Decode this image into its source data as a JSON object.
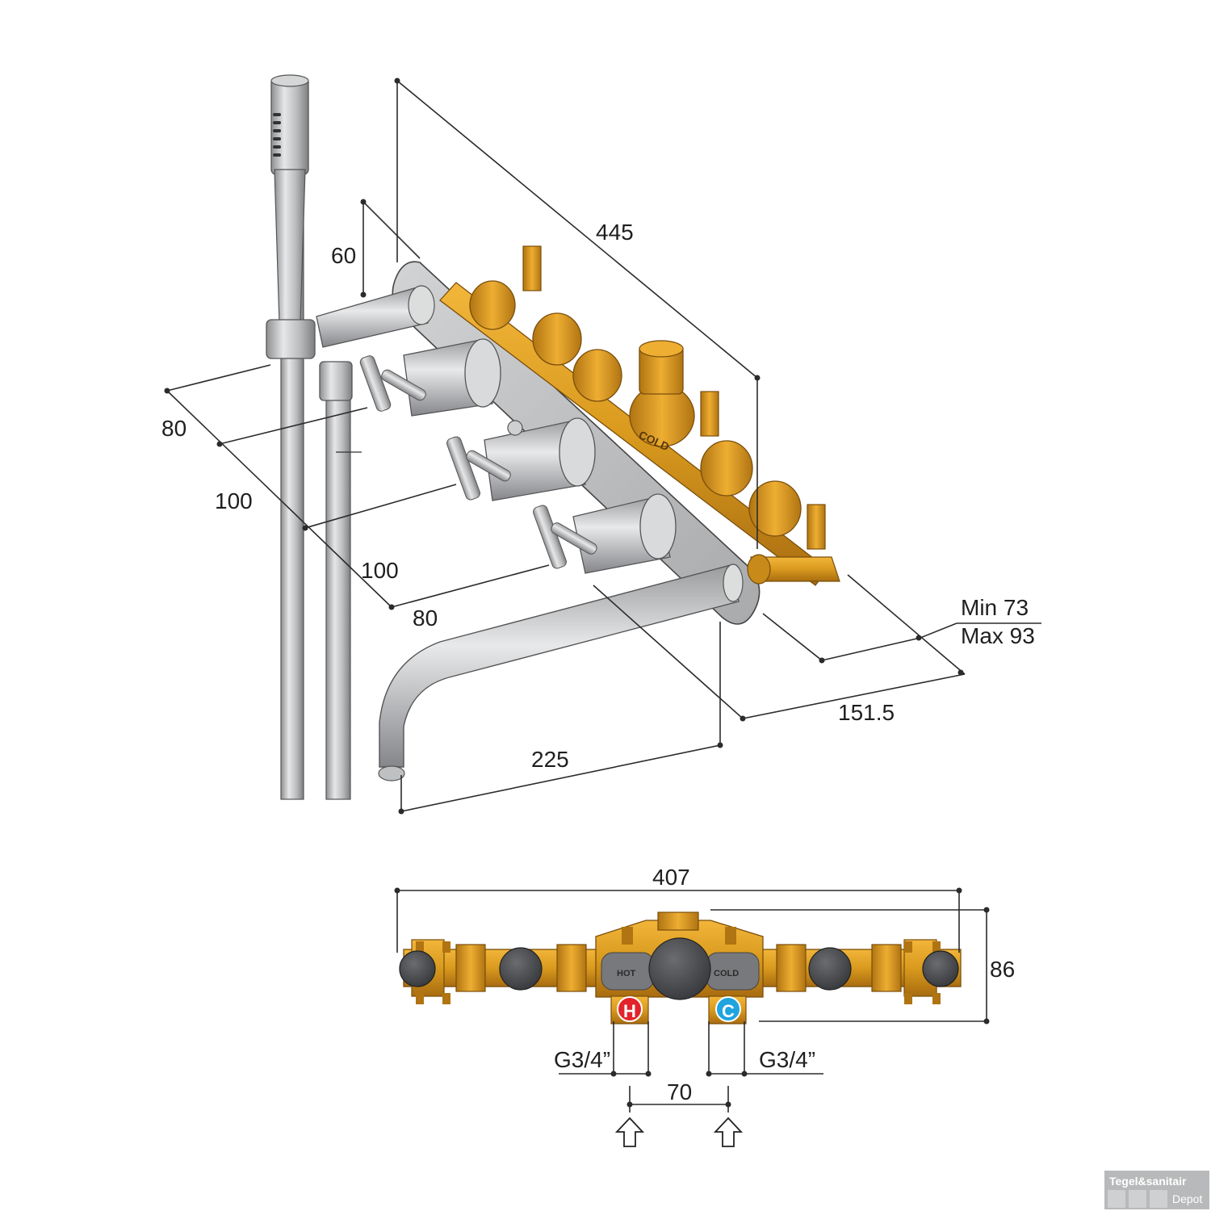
{
  "perspective_dimensions": {
    "overall_length": "445",
    "arm_height": "60",
    "spacing_top": "80",
    "spacing_upper": "100",
    "spacing_lower": "100",
    "spacing_bottom": "80",
    "depth_range_min": "Min 73",
    "depth_range_max": "Max 93",
    "body_depth": "151.5",
    "spout_length": "225"
  },
  "plan_view": {
    "overall_width": "407",
    "height": "86",
    "hot_connection": "G3/4”",
    "cold_connection": "G3/4”",
    "inlet_spacing": "70",
    "hot_badge": "H",
    "cold_badge": "C",
    "hot_label": "HOT",
    "cold_label": "COLD"
  },
  "watermark": {
    "brand_line1": "Tegel&sanitair",
    "brand_line2": "Depot"
  },
  "colors": {
    "brass": "#D99A1E",
    "brass_dark": "#B07412",
    "chrome": "#C9CACB",
    "chrome_dark": "#8E8F91",
    "knob": "#4A4C4F",
    "hot": "#E2232A",
    "cold": "#1FA4DF"
  }
}
